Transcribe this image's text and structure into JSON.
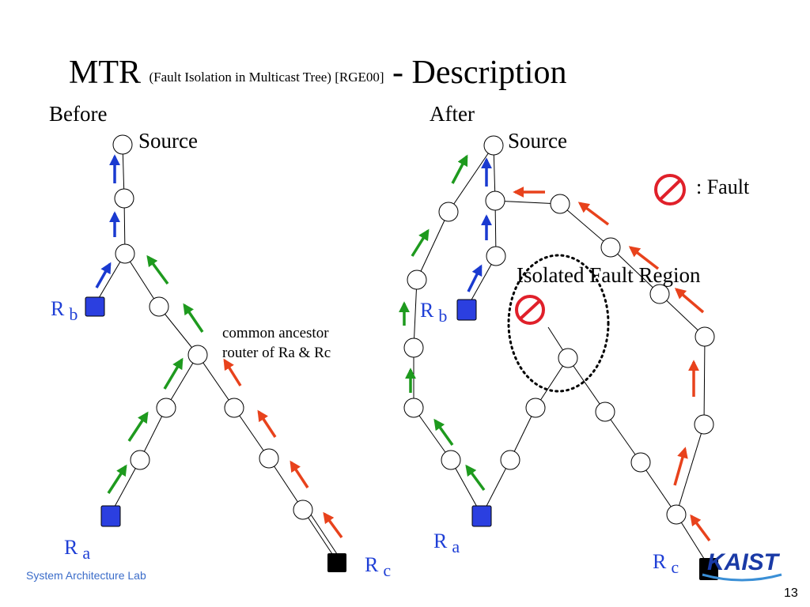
{
  "slide": {
    "title_main": "MTR",
    "title_sub": "(Fault Isolation in Multicast Tree) [RGE00]",
    "title_tail": "- Description",
    "before_label": "Before",
    "after_label": "After",
    "source_label_left": "Source",
    "source_label_right": "Source",
    "fault_legend": ": Fault",
    "isolated_region_label": "Isolated Fault Region",
    "ancestor_note_line1": "common ancestor",
    "ancestor_note_line2": "router of Ra & Rc",
    "footer": "System Architecture Lab",
    "page_number": "13",
    "logo_text": "KAIST"
  },
  "receivers": {
    "left": [
      {
        "main": "R",
        "sub": "b"
      },
      {
        "main": "R",
        "sub": "a"
      },
      {
        "main": "R",
        "sub": "c"
      }
    ],
    "right": [
      {
        "main": "R",
        "sub": "b"
      },
      {
        "main": "R",
        "sub": "a"
      },
      {
        "main": "R",
        "sub": "c"
      }
    ]
  },
  "colors": {
    "blue_arrow": "#1a3ad0",
    "green_arrow": "#1e9a1e",
    "red_arrow": "#e8421c",
    "fault_red": "#e0202a",
    "receiver_blue": "#2b3fe0",
    "receiver_black": "#000000",
    "label_blue": "#1f3fd6",
    "footer_blue": "#3b6cc9"
  },
  "icons": {
    "fault": "no-entry-icon",
    "node": "router-node",
    "receiver": "receiver-square"
  }
}
